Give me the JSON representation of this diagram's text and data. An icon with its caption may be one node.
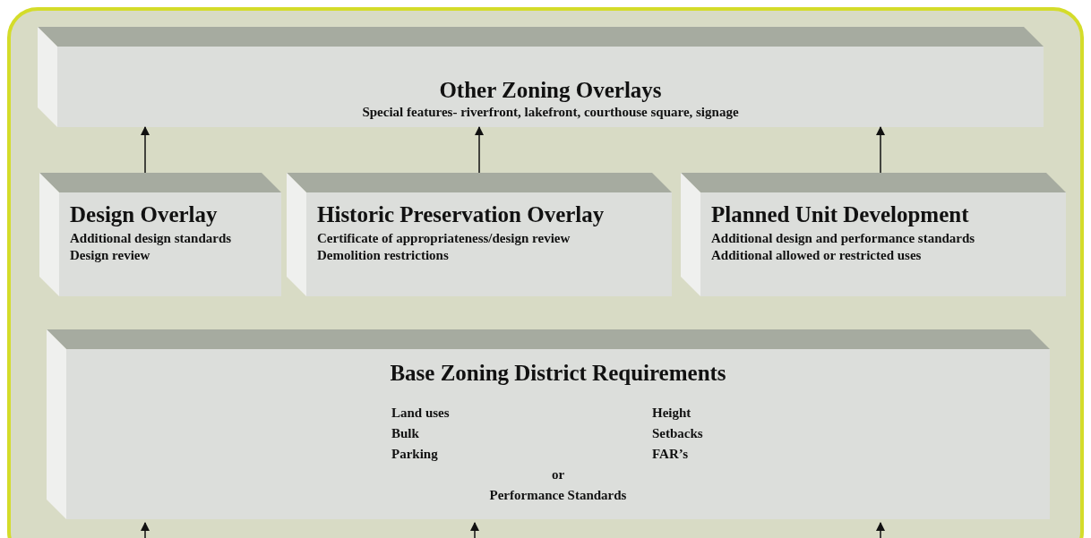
{
  "diagram": {
    "nodes": [
      {
        "text": [
          "Other Zoning Overlays",
          "Special features- riverfront, lakefront, courthouse square, signage"
        ]
      },
      {
        "text": [
          "Design Overlay",
          "Additional design standards",
          "Design review"
        ]
      },
      {
        "text": [
          "Historic Preservation Overlay",
          "Certificate of appropriateness/design review",
          "Demolition restrictions"
        ]
      },
      {
        "text": [
          "Planned Unit Development",
          "Additional design and performance standards",
          "Additional allowed or restricted uses"
        ]
      },
      {
        "text": [
          "Base Zoning District Requirements",
          "Land uses",
          "Bulk",
          "Parking",
          "Height",
          "Setbacks",
          "FAR’s",
          "or",
          "Performance Standards"
        ]
      }
    ],
    "edges": [
      {
        "from": 1,
        "to": 0,
        "arrow": "to"
      },
      {
        "from": 2,
        "to": 0,
        "arrow": "to"
      },
      {
        "from": 3,
        "to": 0,
        "arrow": "to"
      },
      {
        "from": null,
        "to": 4,
        "arrow": "to"
      },
      {
        "from": null,
        "to": 4,
        "arrow": "to"
      },
      {
        "from": null,
        "to": 4,
        "arrow": "to"
      }
    ]
  }
}
